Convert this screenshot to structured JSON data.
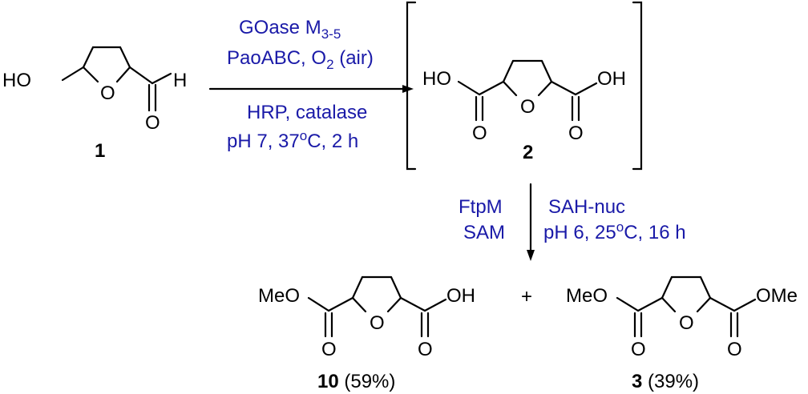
{
  "colors": {
    "ink": "#000000",
    "conditions": "#1a1aa8"
  },
  "compound_1": {
    "label": "1",
    "atoms": {
      "hydroxyl": "HO",
      "ring_o": "O",
      "aldehyde_h": "H",
      "carbonyl_o": "O"
    }
  },
  "step1": {
    "above": {
      "line1": {
        "main": "GOase M",
        "sub": "3-5"
      },
      "line2": {
        "main": "PaoABC, O",
        "sub": "2",
        "rest": " (air)"
      }
    },
    "below": {
      "line1": "HRP, catalase",
      "line2": {
        "main": "pH 7, 37",
        "sup": "o",
        "rest": "C, 2 h"
      }
    }
  },
  "compound_2": {
    "label": "2",
    "atoms": {
      "oh_left": "HO",
      "ring_o": "O",
      "oh_right": "OH",
      "carbonyl_o_left": "O",
      "carbonyl_o_right": "O"
    }
  },
  "step2": {
    "left": {
      "line1": "FtpM",
      "line2": "SAM"
    },
    "right": {
      "line1": "SAH-nuc",
      "line2": {
        "main": "pH 6, 25",
        "sup": "o",
        "rest": "C, 16 h"
      }
    }
  },
  "compound_10": {
    "label": "10",
    "yield": " (59%)",
    "atoms": {
      "ome": "MeO",
      "ring_o": "O",
      "oh": "OH",
      "carbonyl_o_left": "O",
      "carbonyl_o_right": "O"
    }
  },
  "plus": "+",
  "compound_3": {
    "label": "3",
    "yield": " (39%)",
    "atoms": {
      "ome_left": "MeO",
      "ring_o": "O",
      "ome_right": "OMe",
      "carbonyl_o_left": "O",
      "carbonyl_o_right": "O"
    }
  }
}
